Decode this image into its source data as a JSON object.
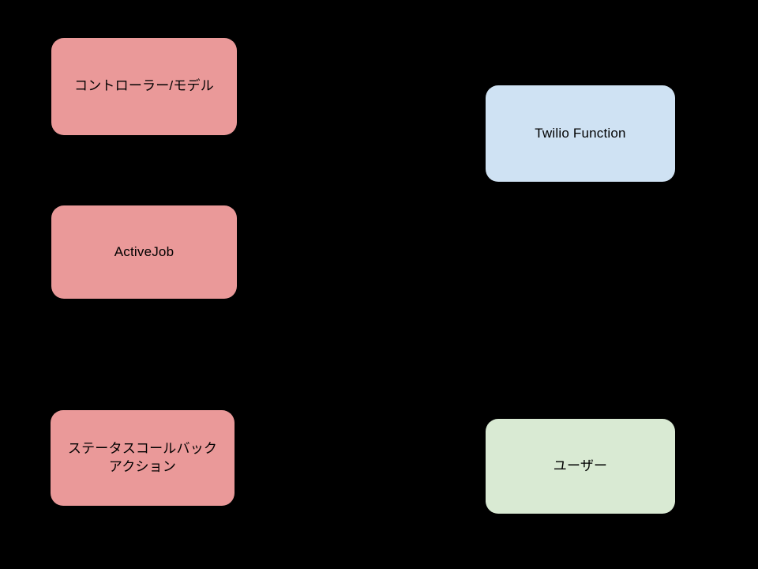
{
  "diagram": {
    "background_color": "#000000",
    "text_color": "#000000",
    "nodes": [
      {
        "id": "controller-model",
        "label": "コントローラー/モデル",
        "fill": "#ea9999"
      },
      {
        "id": "activejob",
        "label": "ActiveJob",
        "fill": "#ea9999"
      },
      {
        "id": "status-callback-action",
        "label": "ステータスコールバック\nアクション",
        "fill": "#ea9999"
      },
      {
        "id": "twilio-function",
        "label": "Twilio Function",
        "fill": "#cfe2f3"
      },
      {
        "id": "user",
        "label": "ユーザー",
        "fill": "#d9ead3"
      }
    ]
  }
}
